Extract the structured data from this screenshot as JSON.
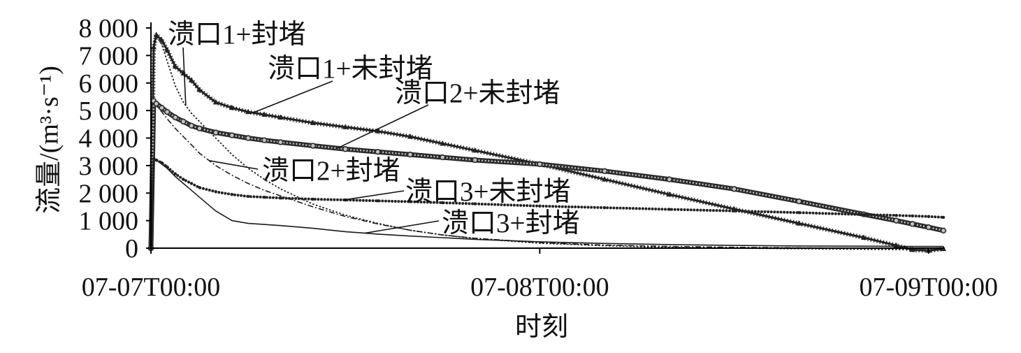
{
  "chart_data": {
    "type": "line",
    "xlabel": "时刻",
    "ylabel": "流量/(m³·s⁻¹)",
    "xlim": [
      "07-07T00:00",
      "07-09T00:55"
    ],
    "ylim": [
      0,
      8000
    ],
    "grid": false,
    "legend": "none",
    "x_ticks": [
      "07-07T00:00",
      "07-08T00:00",
      "07-09T00:00"
    ],
    "y_ticks": [
      {
        "value": 0,
        "label": "0"
      },
      {
        "value": 1000,
        "label": "1 000"
      },
      {
        "value": 2000,
        "label": "2 000"
      },
      {
        "value": 3000,
        "label": "3 000"
      },
      {
        "value": 4000,
        "label": "4 000"
      },
      {
        "value": 5000,
        "label": "5 000"
      },
      {
        "value": 6000,
        "label": "6 000"
      },
      {
        "value": 7000,
        "label": "7 000"
      },
      {
        "value": 8000,
        "label": "8 000"
      }
    ],
    "x": [
      "07-07T00:00",
      "07-07T00:10",
      "07-07T00:20",
      "07-07T00:40",
      "07-07T01:00",
      "07-07T01:30",
      "07-07T02:00",
      "07-07T02:30",
      "07-07T03:00",
      "07-07T04:00",
      "07-07T05:00",
      "07-07T06:00",
      "07-07T07:00",
      "07-07T08:00",
      "07-07T10:00",
      "07-07T12:00",
      "07-07T14:00",
      "07-07T16:00",
      "07-07T18:00",
      "07-07T20:00",
      "07-08T00:00",
      "07-08T04:00",
      "07-08T08:00",
      "07-08T12:00",
      "07-08T16:00",
      "07-08T20:00",
      "07-08T22:00",
      "07-08T23:00",
      "07-09T00:00",
      "07-09T00:55"
    ],
    "series": [
      {
        "name": "溃口1+封堵",
        "line": "dotted",
        "marker": "none",
        "values": [
          0,
          7500,
          7700,
          7400,
          6800,
          5900,
          5300,
          4900,
          4600,
          4000,
          3400,
          2900,
          2500,
          2150,
          1600,
          1200,
          900,
          650,
          480,
          350,
          180,
          90,
          30,
          0,
          -20,
          -40,
          -50,
          -50,
          -60,
          -60
        ]
      },
      {
        "name": "溃口1+未封堵",
        "line": "solid",
        "marker": "triangle",
        "values": [
          0,
          7300,
          7750,
          7550,
          7200,
          6600,
          6350,
          6100,
          5750,
          5300,
          5100,
          4950,
          4850,
          4750,
          4550,
          4400,
          4250,
          4050,
          3800,
          3550,
          3050,
          2500,
          1950,
          1420,
          900,
          380,
          100,
          -60,
          -90,
          -30
        ]
      },
      {
        "name": "溃口2+封堵",
        "line": "dash-dot",
        "marker": "none",
        "values": [
          0,
          5300,
          5200,
          4950,
          4700,
          4350,
          4050,
          3750,
          3450,
          3000,
          2650,
          2350,
          2100,
          1900,
          1500,
          1150,
          880,
          650,
          480,
          360,
          200,
          110,
          60,
          30,
          10,
          0,
          -10,
          -10,
          -10,
          -10
        ]
      },
      {
        "name": "溃口2+未封堵",
        "line": "solid",
        "marker": "circle",
        "values": [
          0,
          5350,
          5250,
          5100,
          4950,
          4750,
          4600,
          4450,
          4350,
          4200,
          4100,
          4000,
          3920,
          3850,
          3720,
          3600,
          3500,
          3400,
          3300,
          3200,
          3050,
          2800,
          2500,
          2150,
          1700,
          1230,
          1000,
          880,
          760,
          640
        ]
      },
      {
        "name": "溃口3+封堵",
        "line": "solid",
        "marker": "none",
        "values": [
          0,
          3250,
          3200,
          3050,
          2900,
          2600,
          2350,
          2100,
          1850,
          1350,
          1000,
          900,
          860,
          820,
          720,
          600,
          510,
          440,
          380,
          320,
          230,
          170,
          130,
          100,
          80,
          70,
          65,
          60,
          60,
          60
        ]
      },
      {
        "name": "溃口3+未封堵",
        "line": "none",
        "marker": "dot",
        "values": [
          0,
          3250,
          3200,
          3100,
          2950,
          2700,
          2500,
          2350,
          2200,
          2050,
          1950,
          1880,
          1850,
          1820,
          1780,
          1750,
          1720,
          1690,
          1650,
          1610,
          1530,
          1470,
          1410,
          1350,
          1290,
          1220,
          1190,
          1170,
          1150,
          1120
        ]
      }
    ]
  }
}
